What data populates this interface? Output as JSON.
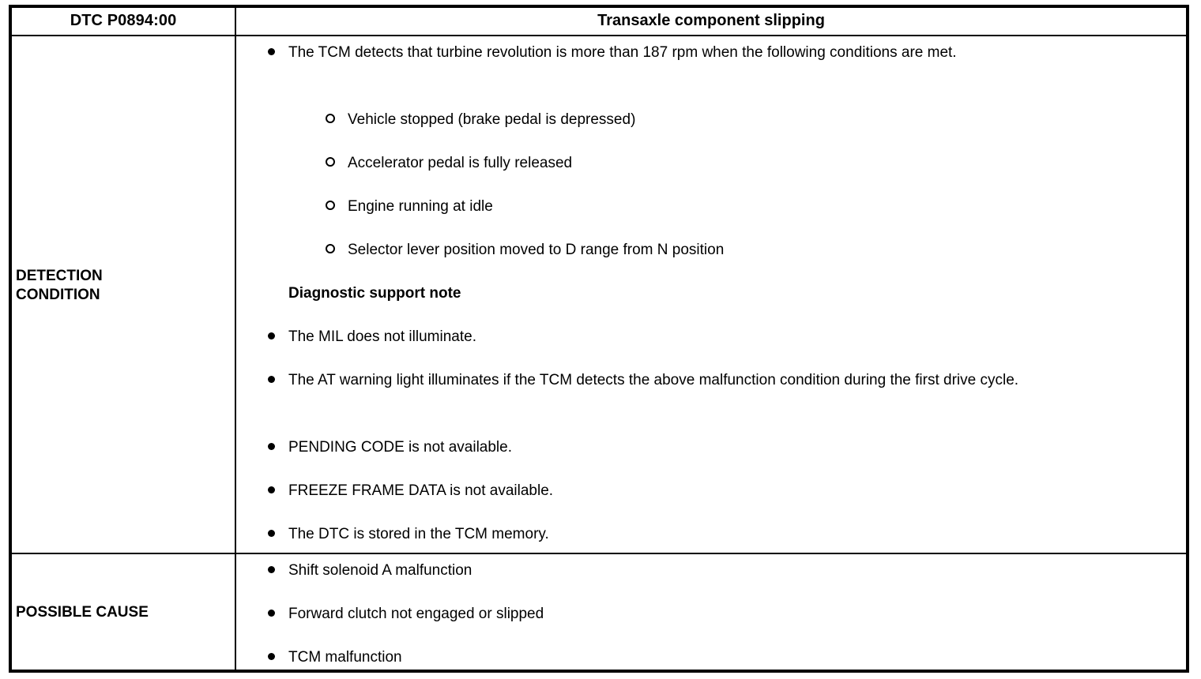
{
  "table": {
    "header": {
      "dtc_code": "DTC P0894:00",
      "fault_name": "Transaxle component slipping"
    },
    "rows": [
      {
        "label": "DETECTION\nCONDITION",
        "blocks": [
          {
            "level": 1,
            "marker": "filled-disc",
            "text": "The TCM detects that turbine revolution is more than 187 rpm when the following conditions are met."
          },
          {
            "level": 2,
            "marker": "hollow-circle",
            "text": "Vehicle stopped (brake pedal is depressed)"
          },
          {
            "level": 2,
            "marker": "hollow-circle",
            "text": "Accelerator pedal is fully released"
          },
          {
            "level": 2,
            "marker": "hollow-circle",
            "text": "Engine running at idle"
          },
          {
            "level": 2,
            "marker": "hollow-circle",
            "text": "Selector lever position moved to D range from N position"
          },
          {
            "level": 1,
            "marker": "none",
            "heading": true,
            "text": "Diagnostic support note"
          },
          {
            "level": 1,
            "marker": "filled-disc",
            "text": "The MIL does not illuminate."
          },
          {
            "level": 1,
            "marker": "filled-disc",
            "text": "The AT warning light illuminates if the TCM detects the above malfunction condition during the first drive cycle."
          },
          {
            "level": 1,
            "marker": "filled-disc",
            "text": "PENDING CODE is not available."
          },
          {
            "level": 1,
            "marker": "filled-disc",
            "text": "FREEZE FRAME DATA is not available."
          },
          {
            "level": 1,
            "marker": "filled-disc",
            "text": "The DTC is stored in the TCM memory."
          }
        ]
      },
      {
        "label": "POSSIBLE CAUSE",
        "blocks": [
          {
            "level": 1,
            "marker": "filled-disc",
            "text": "Shift solenoid A malfunction"
          },
          {
            "level": 1,
            "marker": "filled-disc",
            "text": "Forward clutch not engaged or slipped"
          },
          {
            "level": 1,
            "marker": "filled-disc",
            "text": "TCM malfunction"
          }
        ]
      }
    ]
  },
  "colors": {
    "border": "#000000",
    "text": "#000000",
    "background": "#ffffff"
  }
}
